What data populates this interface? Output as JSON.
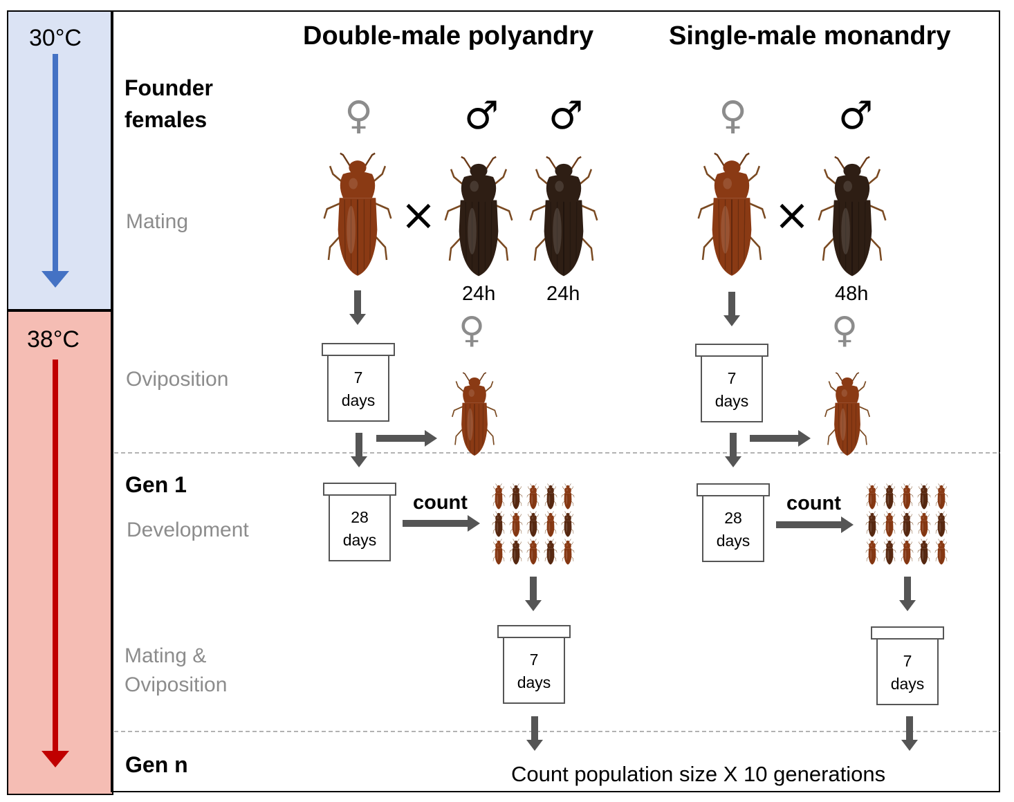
{
  "temperature": {
    "phase1": {
      "label": "30°C",
      "color": "#dbe3f4",
      "arrow_color": "#4472c4"
    },
    "phase2": {
      "label": "38°C",
      "color": "#f5bdb4",
      "arrow_color": "#c00000"
    }
  },
  "columns": {
    "polyandry": "Double-male polyandry",
    "monandry": "Single-male monandry"
  },
  "rows": {
    "founder": "Founder\nfemales",
    "mating": "Mating",
    "oviposition": "Oviposition",
    "gen1": "Gen 1",
    "development": "Development",
    "mating_oviposition": "Mating &\nOviposition",
    "genn": "Gen n"
  },
  "symbols": {
    "female": "♀",
    "male": "♂",
    "cross": "×"
  },
  "durations": {
    "male1": "24h",
    "male2": "24h",
    "single_male": "48h",
    "oviposition_days": "7\ndays",
    "development_days": "28\ndays",
    "gen1_oviposition_days": "7\ndays"
  },
  "count_label": "count",
  "footer": "Count population size X 10 generations",
  "colors": {
    "beetle_female": "#8a3a14",
    "beetle_male": "#2e1e14",
    "flow_arrow": "#555555"
  }
}
